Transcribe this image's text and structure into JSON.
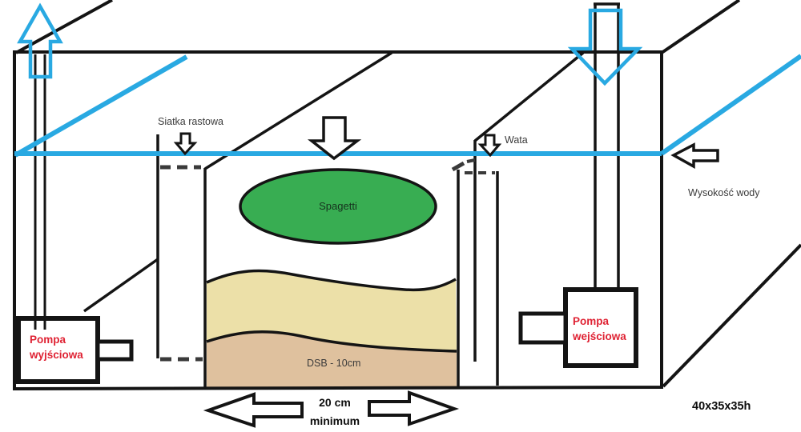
{
  "diagram": {
    "labels": {
      "siatka_rastowa": "Siatka rastowa",
      "wata": "Wata",
      "wysokosc_wody": "Wysokość wody",
      "spagetti": "Spagetti",
      "dsb": "DSB - 10cm",
      "min_width_line1": "20 cm",
      "min_width_line2": "minimum",
      "tank_dimensions": "40x35x35h"
    },
    "pumps": {
      "output": {
        "line1": "Pompa",
        "line2": "wyjściowa"
      },
      "input": {
        "line1": "Pompa",
        "line2": "wejściowa"
      }
    },
    "colors": {
      "water_blue": "#29a9e2",
      "outline_black": "#141414",
      "pump_label_red": "#df2233",
      "spagetti_green": "#38ad52",
      "sand_upper": "#ece0a8",
      "sand_lower": "#dfc19e",
      "label_gray": "#3b3b3b"
    }
  }
}
